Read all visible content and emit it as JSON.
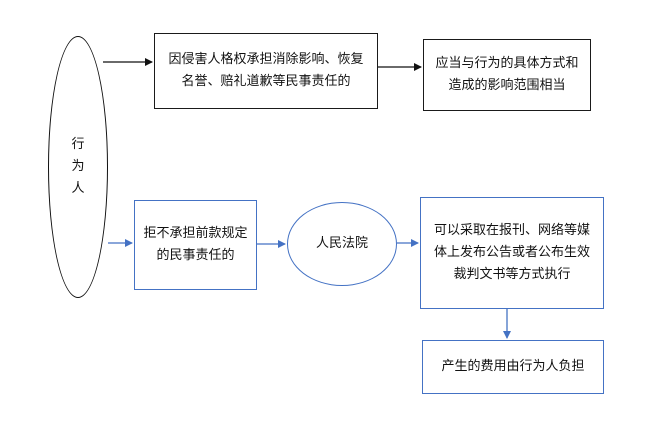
{
  "diagram": {
    "actor": "行为人",
    "apology_box": "因侵害人格权承担消除影响、恢复名誉、赔礼道歉等民事责任的",
    "scope_box": "应当与行为的具体方式和造成的影响范围相当",
    "refuse_box": "拒不承担前款规定的民事责任的",
    "court": "人民法院",
    "enforce_box": "可以采取在报刊、网络等媒体上发布公告或者公布生效裁判文书等方式执行",
    "cost_box": "产生的费用由行为人负担"
  },
  "colors": {
    "black_line": "#111111",
    "blue_line": "#4472c4"
  }
}
